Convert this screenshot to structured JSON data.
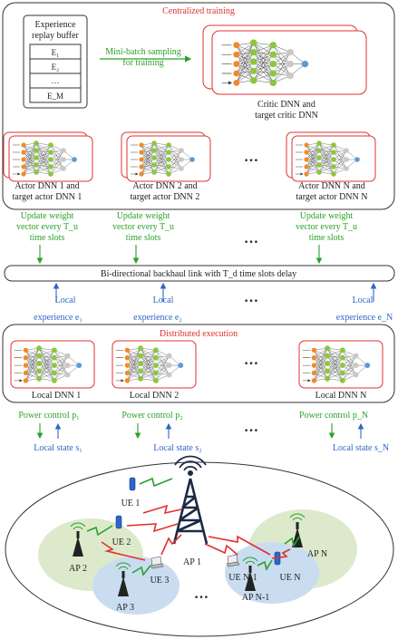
{
  "centralized": {
    "title": "Centralized training",
    "buffer_title": [
      "Experience",
      "replay buffer"
    ],
    "buffer_items": [
      "E₁",
      "E₂",
      "…",
      "E_M"
    ],
    "minibatch": [
      "Mini-batch sampling",
      "for training"
    ],
    "critic_label": [
      "Critic DNN  and",
      "target critic DNN"
    ],
    "actors": [
      {
        "label1": "Actor DNN 1 and",
        "label2": "target actor DNN 1"
      },
      {
        "label1": "Actor DNN 2 and",
        "label2": "target actor DNN 2"
      },
      {
        "label1": "Actor DNN N and",
        "label2": "target actor DNN N"
      }
    ]
  },
  "update": [
    {
      "l1": "Update weight",
      "l2": "vector every T_u",
      "l3": "time slots"
    },
    {
      "l1": "Update weight",
      "l2": "vector every T_u",
      "l3": "time slots"
    },
    {
      "l1": "Update weight",
      "l2": "vector every T_u",
      "l3": "time slots"
    }
  ],
  "backhaul": "Bi-directional backhaul link with T_d time slots delay",
  "local_experience": [
    {
      "l1": "Local",
      "l2": "experience e₁"
    },
    {
      "l1": "Local",
      "l2": "experience e₂"
    },
    {
      "l1": "Local",
      "l2": "experience e_N"
    }
  ],
  "distributed": {
    "title": "Distributed execution",
    "dnns": [
      "Local DNN 1",
      "Local DNN 2",
      "Local DNN N"
    ]
  },
  "power": [
    "Power control p₁",
    "Power control p₂",
    "Power control p_N"
  ],
  "state": [
    "Local state s₁",
    "Local state s₂",
    "Local state s_N"
  ],
  "network": {
    "ap1": "AP 1",
    "ap2": "AP 2",
    "ap3": "AP 3",
    "apN": "AP N",
    "apN1": "AP N-1",
    "ue1": "UE 1",
    "ue2": "UE 2",
    "ue3": "UE 3",
    "ueN": "UE N",
    "ueN1": "UE N-1"
  },
  "ellipsis": "…",
  "colors": {
    "red": "#e03030",
    "green": "#2aa12a",
    "blue": "#2e66c4",
    "orange": "#f08a2c",
    "node_green": "#8cc63f",
    "node_gray": "#c8c8c8",
    "node_blue": "#5b9bd5",
    "zone_green": "#dceacb",
    "zone_blue": "#c9dcf0"
  }
}
